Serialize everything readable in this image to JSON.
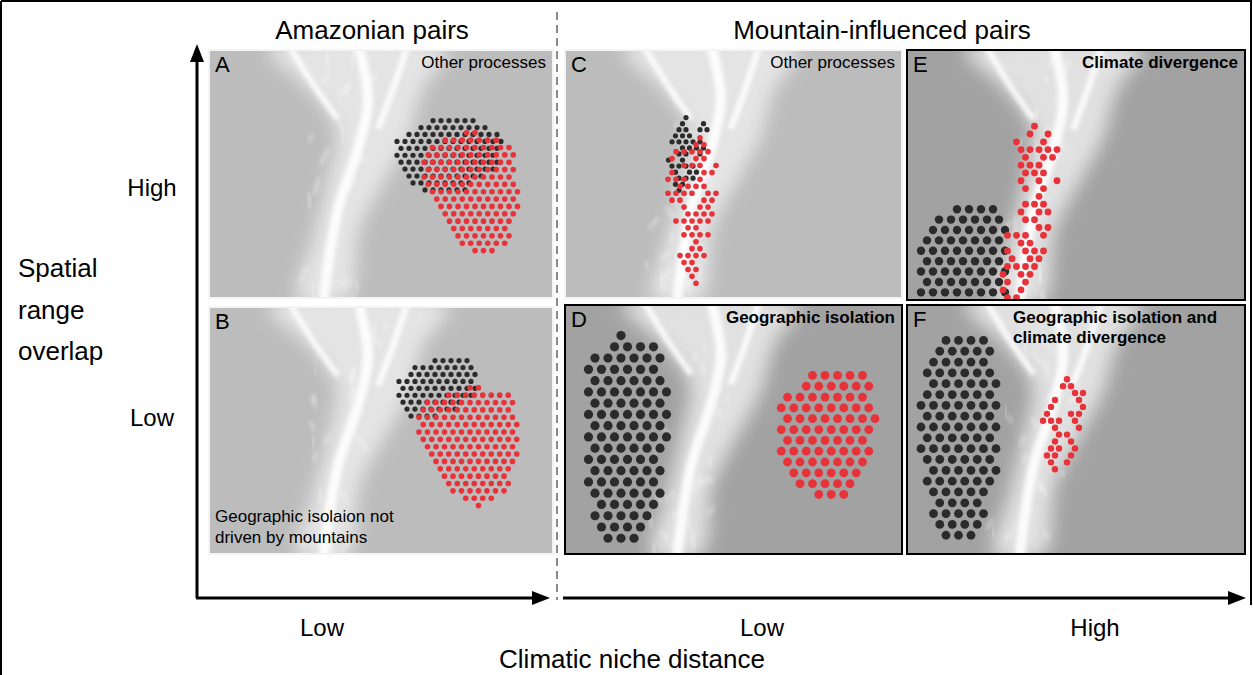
{
  "diagram": {
    "nodes": [
      {
        "text": [
          "A",
          "Other processes"
        ]
      },
      {
        "text": [
          "C",
          "Other processes"
        ]
      },
      {
        "text": [
          "E",
          "Climate divergence"
        ]
      },
      {
        "text": [
          "B",
          "Geographic isolaion not driven by mountains"
        ]
      },
      {
        "text": [
          "D",
          "Geographic isolation"
        ]
      },
      {
        "text": [
          "F",
          "Geographic isolation and climate divergence"
        ]
      }
    ],
    "labels": [
      "Amazonian pairs",
      "Mountain-influenced pairs",
      "High",
      "Spatial range overlap",
      "Low",
      "Low",
      "Low",
      "High",
      "Climatic niche distance"
    ]
  }
}
